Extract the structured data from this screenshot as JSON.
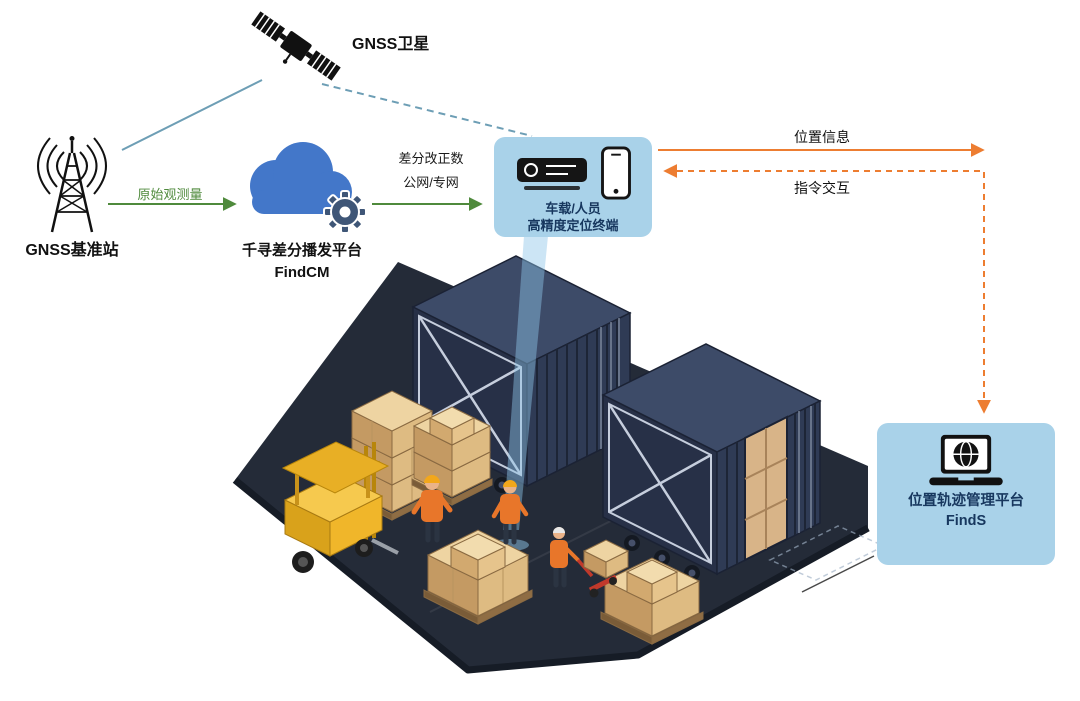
{
  "diagram": {
    "satellite_label": "GNSS卫星",
    "base_station_label": "GNSS基准站",
    "raw_observation_label": "原始观测量",
    "cloud_platform": {
      "line1": "千寻差分播发平台",
      "line2": "FindCM"
    },
    "correction": {
      "line1": "差分改正数",
      "line2": "公网/专网"
    },
    "terminal": {
      "line1": "车载/人员",
      "line2": "高精度定位终端"
    },
    "flows": {
      "position_info": "位置信息",
      "command_interaction": "指令交互"
    },
    "management_platform": {
      "line1": "位置轨迹管理平台",
      "line2": "FindS"
    }
  },
  "icons": {
    "satellite": "gnss-satellite-icon",
    "base_station": "radio-tower-icon",
    "cloud_platform": "cloud-gear-icon",
    "terminal_device": "vehicle-terminal-icon",
    "terminal_phone": "smartphone-icon",
    "management_platform": "laptop-globe-icon"
  },
  "colors": {
    "box_fill": "#a9d2e9",
    "box_text": "#17375e",
    "arrow_green": "#4f8a3c",
    "arrow_orange": "#ed7d31",
    "satellite_link_teal": "#6d9eb5",
    "cloud_blue": "#4377c9",
    "container_navy": "#2a3349",
    "carton_tan": "#d9b584",
    "forklift_yellow": "#e8b02a"
  }
}
